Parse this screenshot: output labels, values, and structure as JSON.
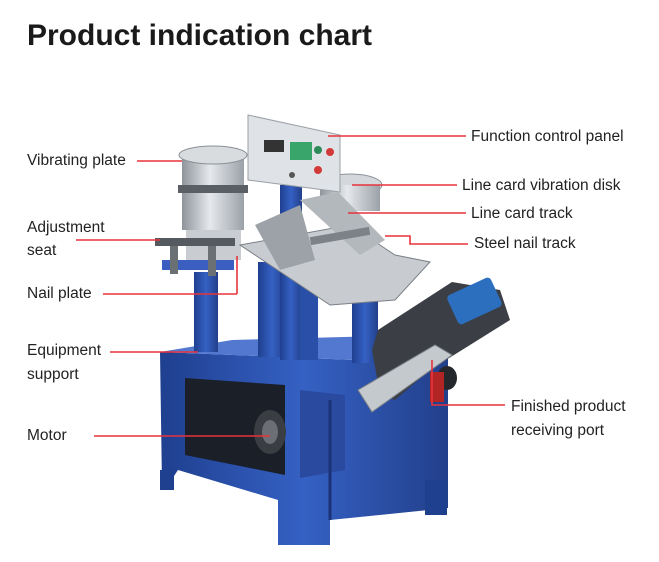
{
  "title": "Product indication chart",
  "labels": {
    "vibrating_plate": "Vibrating plate",
    "adjustment_seat_line1": "Adjustment",
    "adjustment_seat_line2": "seat",
    "nail_plate": "Nail plate",
    "equipment_support_line1": "Equipment",
    "equipment_support_line2": "support",
    "motor": "Motor",
    "function_control_panel": "Function control panel",
    "line_card_vibration_disk": "Line card vibration disk",
    "line_card_track": "Line card track",
    "steel_nail_track": "Steel nail track",
    "finished_product_line1": "Finished product",
    "finished_product_line2": "receiving port"
  },
  "colors": {
    "leader_line": "#e8333c",
    "machine_blue": "#2d56b7",
    "steel": "#b9bfc6",
    "text": "#222222"
  }
}
